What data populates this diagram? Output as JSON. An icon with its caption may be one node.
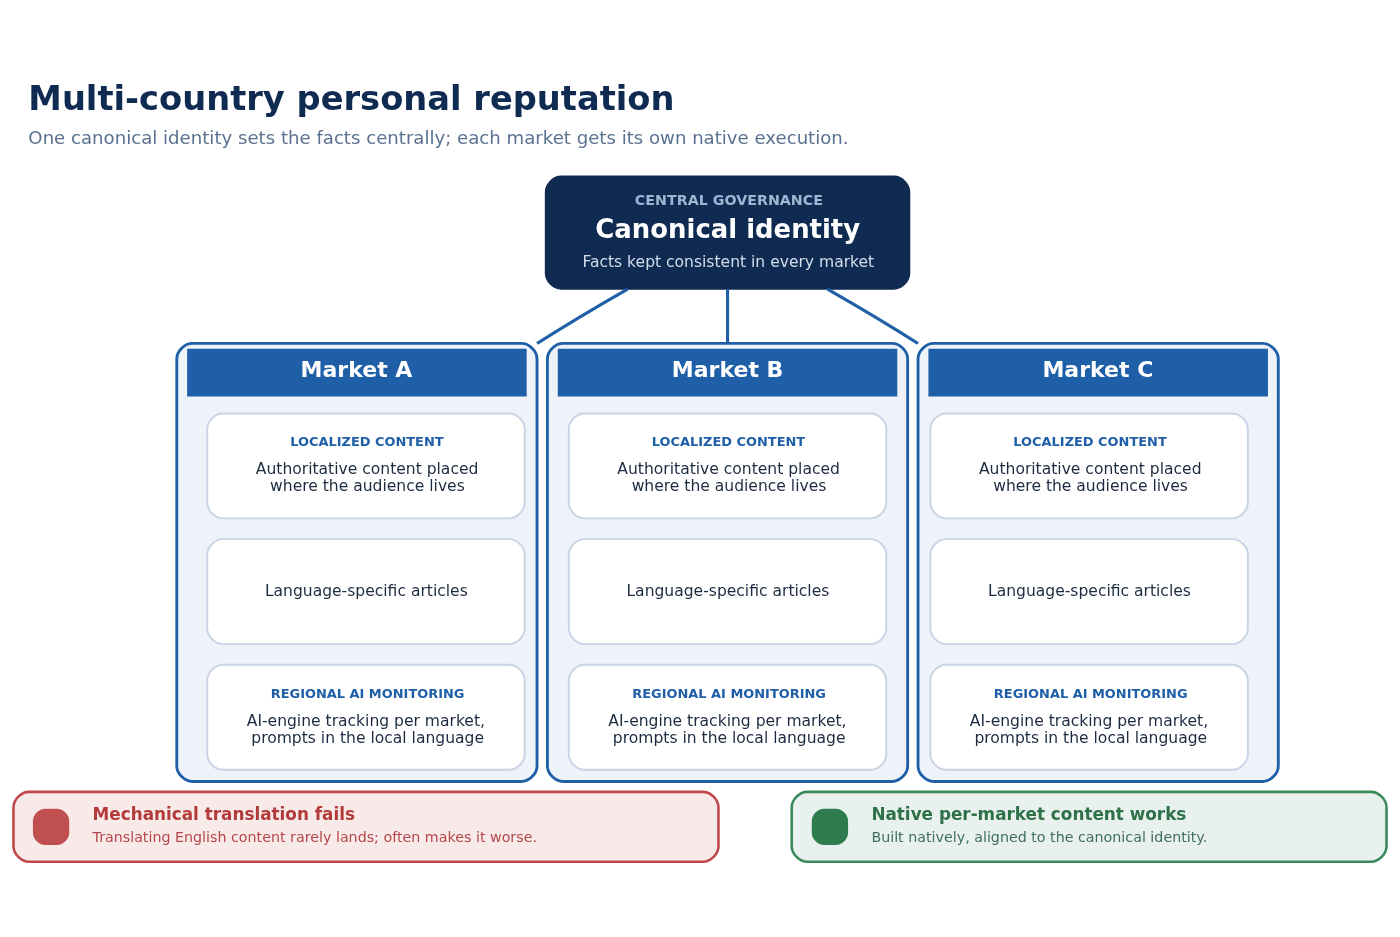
{
  "diagram": {
    "title": "Multi-country personal reputation",
    "caption": "One canonical identity sets the facts centrally; each market gets its own native execution.",
    "nodes": [
      {
        "text": [
          "CENTRAL GOVERNANCE",
          "Canonical identity",
          "Facts kept consistent in every market"
        ]
      },
      {
        "text": [
          "Market A"
        ]
      },
      {
        "text": [
          "LOCALIZED CONTENT",
          "Authoritative content placed where the audience lives"
        ],
        "in": 1
      },
      {
        "text": [
          "Language-specific articles"
        ],
        "in": 1
      },
      {
        "text": [
          "REGIONAL AI MONITORING",
          "AI-engine tracking per market, prompts in the local language"
        ],
        "in": 1
      },
      {
        "text": [
          "Market B"
        ]
      },
      {
        "text": [
          "LOCALIZED CONTENT",
          "Authoritative content placed where the audience lives"
        ],
        "in": 5
      },
      {
        "text": [
          "Language-specific articles"
        ],
        "in": 5
      },
      {
        "text": [
          "REGIONAL AI MONITORING",
          "AI-engine tracking per market, prompts in the local language"
        ],
        "in": 5
      },
      {
        "text": [
          "Market C"
        ]
      },
      {
        "text": [
          "LOCALIZED CONTENT",
          "Authoritative content placed where the audience lives"
        ],
        "in": 9
      },
      {
        "text": [
          "Language-specific articles"
        ],
        "in": 9
      },
      {
        "text": [
          "REGIONAL AI MONITORING",
          "AI-engine tracking per market, prompts in the local language"
        ],
        "in": 9
      },
      {
        "text": [
          "Mechanical translation fails",
          "Translating English content rarely lands; often makes it worse."
        ]
      },
      {
        "text": [
          "Native per-market content works",
          "Built natively, aligned to the canonical identity."
        ]
      }
    ],
    "edges": [
      {
        "from": 0,
        "to": 1,
        "arrow": "none"
      },
      {
        "from": 0,
        "to": 5,
        "arrow": "none"
      },
      {
        "from": 0,
        "to": 9,
        "arrow": "none"
      }
    ]
  }
}
